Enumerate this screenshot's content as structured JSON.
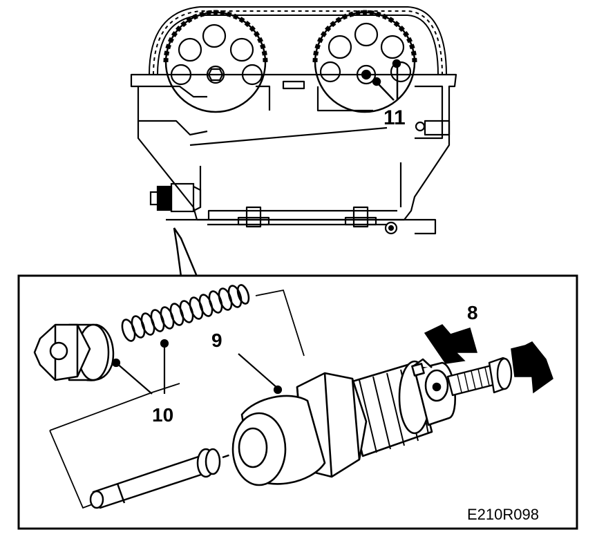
{
  "labels": {
    "camshaft_marks": "11",
    "tensioner_body": "9",
    "spring_and_pin": "10",
    "press_direction": "8"
  },
  "figure_code": "E210R098",
  "colors": {
    "ink": "#000000",
    "paper": "#ffffff"
  }
}
